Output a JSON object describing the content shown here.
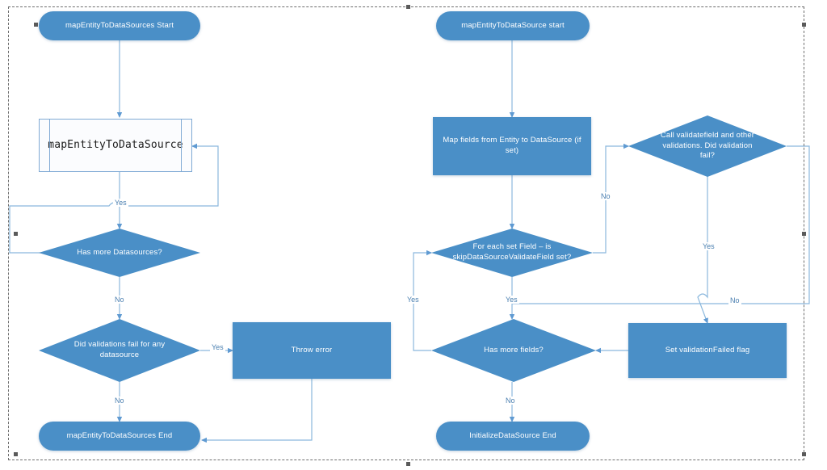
{
  "diagram": {
    "title": "mapEntityToDataSources flowchart",
    "colors": {
      "shape_fill": "#4a8fc7",
      "shape_text": "#ffffff",
      "connector": "#8bb8dd",
      "subroutine_border": "#7fa9d4",
      "subroutine_fill": "#fbfcfe",
      "selection_border": "#6e6e6e",
      "canvas": "#ffffff"
    },
    "nodes": [
      {
        "id": "start_left",
        "type": "terminator",
        "label": "mapEntityToDataSources Start"
      },
      {
        "id": "sub_map",
        "type": "predefined",
        "label": "mapEntityToDataSource"
      },
      {
        "id": "has_more_ds",
        "type": "decision",
        "label": "Has more Datasources?"
      },
      {
        "id": "did_validations",
        "type": "decision",
        "label": "Did validations fail for any datasource"
      },
      {
        "id": "throw_error",
        "type": "process",
        "label": "Throw error"
      },
      {
        "id": "end_left",
        "type": "terminator",
        "label": "mapEntityToDataSources End"
      },
      {
        "id": "start_right",
        "type": "terminator",
        "label": "mapEntityToDataSource start"
      },
      {
        "id": "map_fields",
        "type": "process",
        "label": "Map fields from Entity to DataSource (if set)"
      },
      {
        "id": "call_validate",
        "type": "decision",
        "label": "Call validatefield and other validations. Did validation fail?"
      },
      {
        "id": "for_each_field",
        "type": "decision",
        "label": "For each set Field – is skipDataSourceValidateField set?"
      },
      {
        "id": "has_more_fields",
        "type": "decision",
        "label": "Has more fields?"
      },
      {
        "id": "set_flag",
        "type": "process",
        "label": "Set validationFailed flag"
      },
      {
        "id": "end_right",
        "type": "terminator",
        "label": "InitializeDataSource End"
      }
    ],
    "edge_labels": {
      "has_more_ds_yes": "Yes",
      "has_more_ds_no": "No",
      "did_validations_yes": "Yes",
      "did_validations_no": "No",
      "for_each_field_no": "No",
      "for_each_field_yes": "Yes",
      "call_validate_yes": "Yes",
      "call_validate_no": "No",
      "has_more_fields_yes": "Yes",
      "has_more_fields_no": "No"
    }
  }
}
